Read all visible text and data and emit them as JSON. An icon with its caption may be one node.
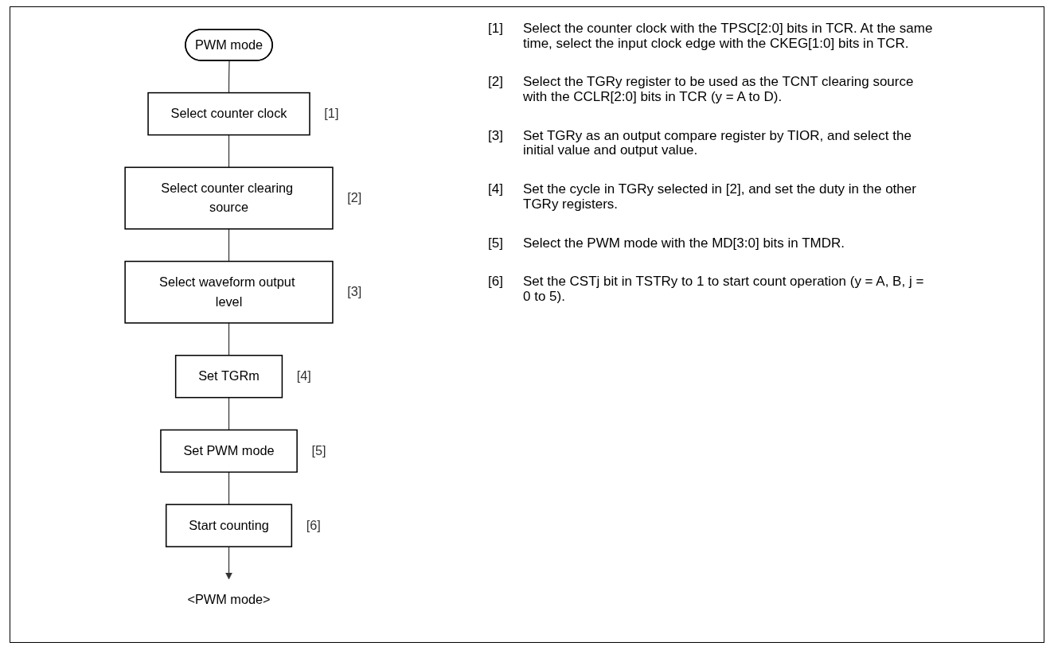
{
  "diagram": {
    "nodes": [
      {
        "text": [
          "PWM mode"
        ]
      },
      {
        "text": [
          "Select counter clock"
        ],
        "beside": [
          "[1]"
        ]
      },
      {
        "text": [
          "Select counter clearing source"
        ],
        "beside": [
          "[2]"
        ]
      },
      {
        "text": [
          "Select waveform output level"
        ],
        "beside": [
          "[3]"
        ]
      },
      {
        "text": [
          "Set TGRm"
        ],
        "beside": [
          "[4]"
        ]
      },
      {
        "text": [
          "Set PWM mode"
        ],
        "beside": [
          "[5]"
        ]
      },
      {
        "text": [
          "Start counting"
        ],
        "beside": [
          "[6]"
        ]
      },
      {
        "text": [
          "<PWM mode>"
        ]
      }
    ],
    "edges": [
      {
        "from": 0,
        "to": 1,
        "arrow": "none"
      },
      {
        "from": 1,
        "to": 2,
        "arrow": "none"
      },
      {
        "from": 2,
        "to": 3,
        "arrow": "none"
      },
      {
        "from": 3,
        "to": 4,
        "arrow": "none"
      },
      {
        "from": 4,
        "to": 5,
        "arrow": "none"
      },
      {
        "from": 5,
        "to": 6,
        "arrow": "none"
      },
      {
        "from": 6,
        "to": 7,
        "arrow": "to"
      }
    ],
    "labels": [
      "[1]",
      "Select the counter clock with the TPSC[2:0] bits in TCR. At the same time, select the input clock edge with the CKEG[1:0] bits in TCR.",
      "[2]",
      "Select the TGRy register to be used as the TCNT clearing source with the CCLR[2:0] bits in TCR (y = A to D).",
      "[3]",
      "Set TGRy as an output compare register by TIOR, and select the initial value and output value.",
      "[4]",
      "Set the cycle in TGRy selected in [2], and set the duty in the other TGRy registers.",
      "[5]",
      "Select the PWM mode with the MD[3:0] bits in TMDR.",
      "[6]",
      "Set the CSTj bit in TSTRy to 1 to start count operation (y = A, B, j = 0 to 5)."
    ]
  }
}
